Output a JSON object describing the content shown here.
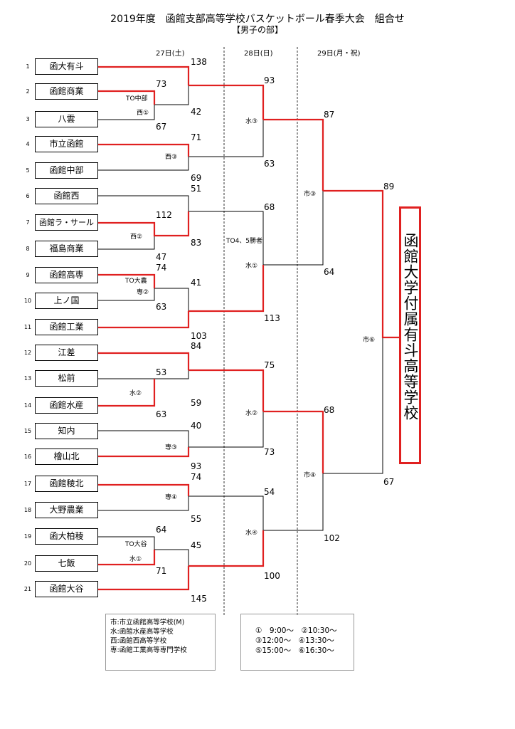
{
  "header": {
    "title": "2019年度　函館支部高等学校バスケットボール春季大会　組合せ",
    "subtitle": "【男子の部】"
  },
  "days": [
    "27日(土)",
    "28日(日)",
    "29日(月・祝)"
  ],
  "teams": [
    "函大有斗",
    "函館商業",
    "八雲",
    "市立函館",
    "函館中部",
    "函館西",
    "函館ラ・サール",
    "福島商業",
    "函館高専",
    "上ノ国",
    "函館工業",
    "江差",
    "松前",
    "函館水産",
    "知内",
    "檜山北",
    "函館稜北",
    "大野農業",
    "函大柏稜",
    "七飯",
    "函館大谷"
  ],
  "seeds": [
    "1",
    "2",
    "3",
    "4",
    "5",
    "6",
    "7",
    "8",
    "9",
    "10",
    "11",
    "12",
    "13",
    "14",
    "15",
    "16",
    "17",
    "18",
    "19",
    "20",
    "21"
  ],
  "scores": {
    "s1": "138",
    "s2": "73",
    "s3": "42",
    "s4": "67",
    "s5": "71",
    "s6": "69",
    "s7": "51",
    "s8": "112",
    "s9": "83",
    "s10": "47",
    "s11": "74",
    "s12": "41",
    "s13": "63",
    "s14": "103",
    "s15": "84",
    "s16": "53",
    "s17": "59",
    "s18": "63",
    "s19": "40",
    "s20": "93",
    "s21": "74",
    "s22": "55",
    "s23": "64",
    "s24": "45",
    "s25": "71",
    "s26": "145",
    "r2_1": "93",
    "r2_2": "63",
    "r2_3": "68",
    "r2_4": "113",
    "r2_5": "75",
    "r2_6": "73",
    "r2_7": "54",
    "r2_8": "100",
    "r3_1": "87",
    "r3_2": "64",
    "r3_3": "68",
    "r3_4": "102",
    "f_1": "89",
    "f_2": "67"
  },
  "venues": {
    "v_to_chubu": "TO中部",
    "v_nishi1": "西①",
    "v_nishi3": "西③",
    "v_nishi2": "西②",
    "v_to_dainou": "TO大農",
    "v_sen2": "専②",
    "v_mizu2": "水②",
    "v_sen3": "専③",
    "v_sen4": "専④",
    "v_to_ootani": "TO大谷",
    "v_mizu1a": "水①",
    "v_mizu3": "水③",
    "v_to45": "TO4、5勝者",
    "v_mizu1b": "水①",
    "v_mizu2b": "水②",
    "v_mizu4": "水④",
    "v_ichi3": "市③",
    "v_ichi4": "市④",
    "v_ichi6": "市⑥"
  },
  "champion": "函館大学付属有斗高等学校",
  "legend_venues": [
    "市:市立函館高等学校(M)",
    "水:函館水産高等学校",
    "西:函館西高等学校",
    "専:函館工業高等専門学校"
  ],
  "legend_times": [
    "①　9:00～　②10:30～",
    "③12:00～　④13:30～",
    "⑤15:00～　⑥16:30～"
  ],
  "colors": {
    "winner_line": "#e02020",
    "line": "#000000",
    "divider": "#000000"
  }
}
